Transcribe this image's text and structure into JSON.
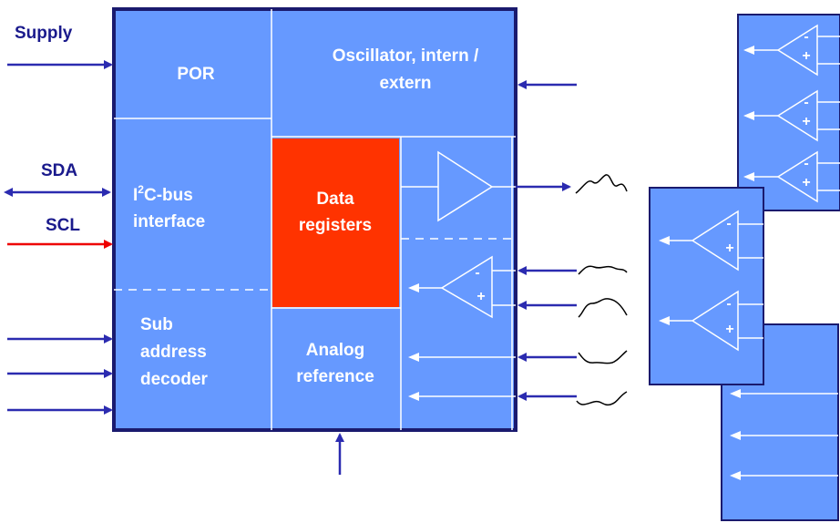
{
  "external_labels": {
    "supply": "Supply",
    "sda": "SDA",
    "scl": "SCL"
  },
  "blocks": {
    "por": "POR",
    "oscillator_line1": "Oscillator, intern /",
    "oscillator_line2": "extern",
    "i2c_prefix": "I",
    "i2c_superscript": "2",
    "i2c_line1_rest": "C-bus",
    "i2c_line2": "interface",
    "data_registers_line1": "Data",
    "data_registers_line2": "registers",
    "sub_address_line1": "Sub",
    "sub_address_line2": "address",
    "sub_address_line3": "decoder",
    "analog_reference_line1": "Analog",
    "analog_reference_line2": "reference"
  },
  "amplifier_signs": {
    "minus": "-",
    "plus": "+"
  },
  "colors": {
    "block_fill": "#6699ff",
    "border": "#1a1a6e",
    "arrow": "#2b2bb0",
    "scl_arrow": "#ee0000",
    "data_registers": "#ff3300",
    "label_text": "#1a1a8c"
  }
}
